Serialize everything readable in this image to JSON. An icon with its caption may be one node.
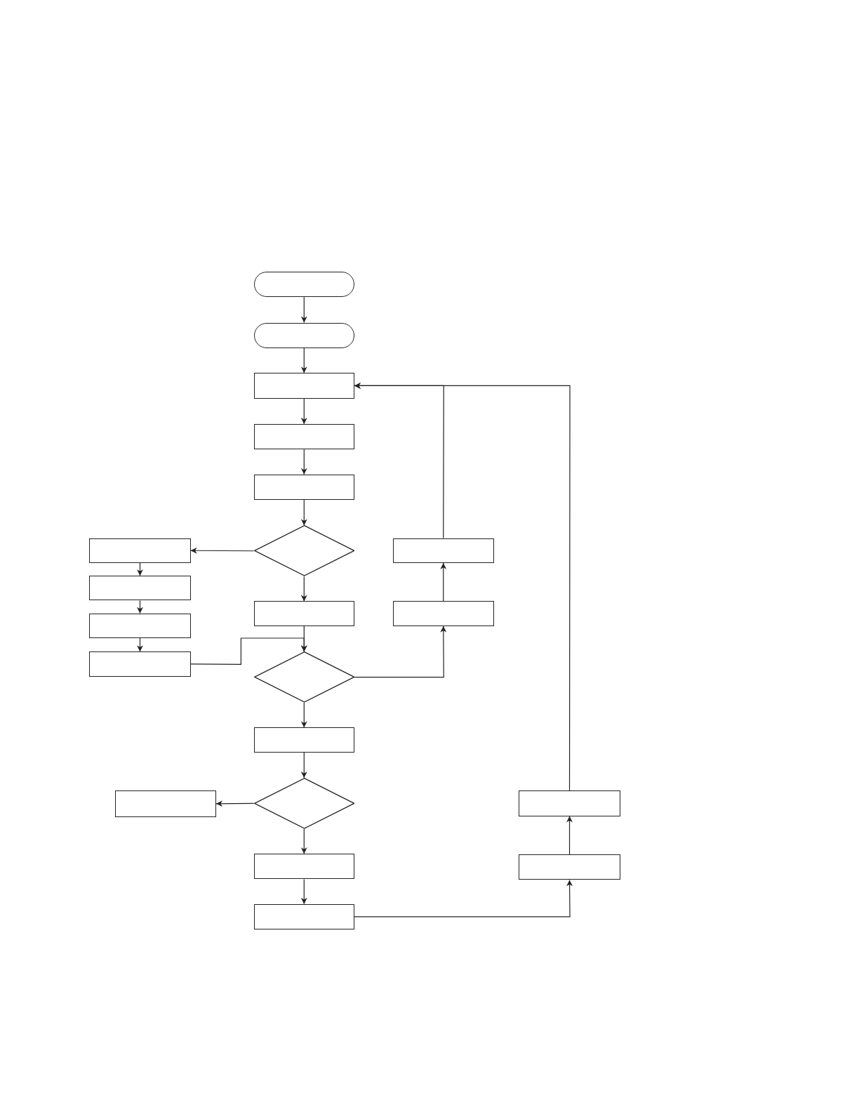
{
  "diagram": {
    "nodes": [
      {
        "text": [],
        "shape": "pill"
      },
      {
        "text": [],
        "shape": "pill"
      },
      {
        "text": [],
        "shape": "box"
      },
      {
        "text": [],
        "shape": "box"
      },
      {
        "text": [],
        "shape": "box"
      },
      {
        "text": [],
        "shape": "diamond"
      },
      {
        "text": [],
        "shape": "box"
      },
      {
        "text": [],
        "shape": "box"
      },
      {
        "text": [],
        "shape": "box"
      },
      {
        "text": [],
        "shape": "box"
      },
      {
        "text": [],
        "shape": "box"
      },
      {
        "text": [],
        "shape": "box"
      },
      {
        "text": [],
        "shape": "box"
      },
      {
        "text": [],
        "shape": "diamond"
      },
      {
        "text": [],
        "shape": "box"
      },
      {
        "text": [],
        "shape": "diamond"
      },
      {
        "text": [],
        "shape": "box"
      },
      {
        "text": [],
        "shape": "box"
      },
      {
        "text": [],
        "shape": "box"
      },
      {
        "text": [],
        "shape": "box"
      },
      {
        "text": [],
        "shape": "box"
      }
    ],
    "edges": [
      {
        "from": 0,
        "to": 1,
        "arrow": "to"
      },
      {
        "from": 1,
        "to": 2,
        "arrow": "to"
      },
      {
        "from": 2,
        "to": 3,
        "arrow": "to"
      },
      {
        "from": 3,
        "to": 4,
        "arrow": "to"
      },
      {
        "from": 4,
        "to": 5,
        "arrow": "to"
      },
      {
        "from": 5,
        "to": 6,
        "arrow": "to"
      },
      {
        "from": 5,
        "to": 9,
        "arrow": "to"
      },
      {
        "from": 6,
        "to": 8,
        "arrow": "to"
      },
      {
        "from": 8,
        "to": 11,
        "arrow": "to"
      },
      {
        "from": 11,
        "to": 12,
        "arrow": "to"
      },
      {
        "from": 12,
        "to": 13,
        "arrow": "to"
      },
      {
        "from": 9,
        "to": 13,
        "arrow": "to"
      },
      {
        "from": 13,
        "to": 10,
        "arrow": "to"
      },
      {
        "from": 10,
        "to": 7,
        "arrow": "to"
      },
      {
        "from": 7,
        "to": 2,
        "arrow": "to"
      },
      {
        "from": 13,
        "to": 14,
        "arrow": "to"
      },
      {
        "from": 14,
        "to": 15,
        "arrow": "to"
      },
      {
        "from": 15,
        "to": 16,
        "arrow": "to"
      },
      {
        "from": 15,
        "to": 18,
        "arrow": "to"
      },
      {
        "from": 18,
        "to": 20,
        "arrow": "to"
      },
      {
        "from": 20,
        "to": 19,
        "arrow": "to"
      },
      {
        "from": 19,
        "to": 17,
        "arrow": "to"
      },
      {
        "from": 17,
        "to": 2,
        "arrow": "to"
      }
    ]
  }
}
